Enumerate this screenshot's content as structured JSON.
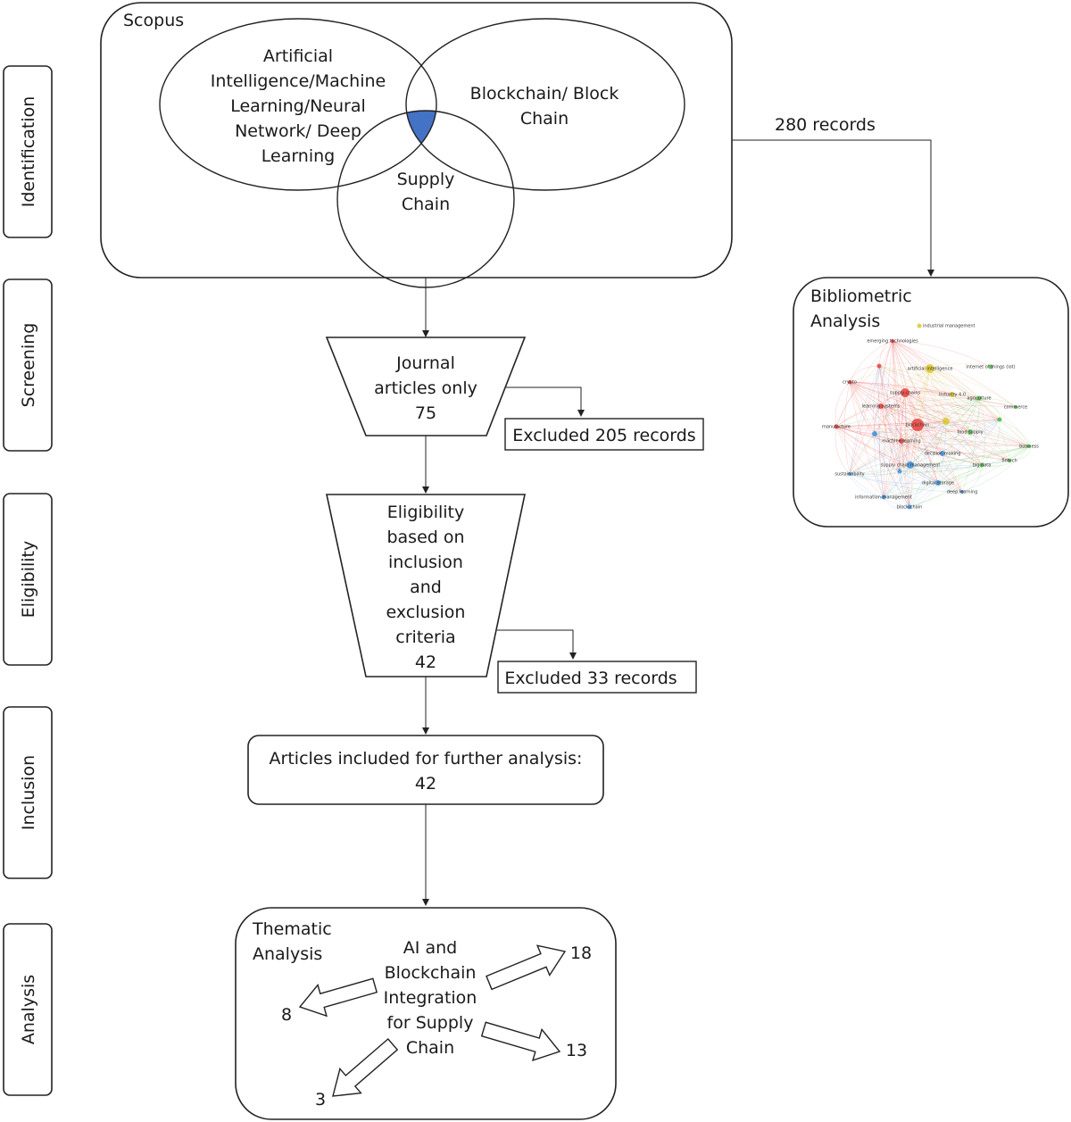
{
  "stages": {
    "identification": "Identification",
    "screening": "Screening",
    "eligibility": "Eligibility",
    "inclusion": "Inclusion",
    "analysis": "Analysis"
  },
  "scopus": {
    "label": "Scopus",
    "ai_lines": [
      "Artificial",
      "Intelligence/Machine",
      "Learning/Neural",
      "Network/ Deep",
      "Learning"
    ],
    "blockchain_lines": [
      "Blockchain/ Block",
      "Chain"
    ],
    "supply_lines": [
      "Supply",
      "Chain"
    ],
    "intersection_color": "#4472c4"
  },
  "records_label": "280 records",
  "bibliometric": {
    "title_lines": [
      "Bibliometric",
      "Analysis"
    ],
    "network_labels": [
      "industrial management",
      "emerging technologies",
      "artificial intelligence",
      "internet of things (iot)",
      "crypto",
      "supply chains",
      "industry 4.0",
      "agriculture",
      "learning systems",
      "commerce",
      "manufacture",
      "blockchain",
      "food supply",
      "machine learning",
      "business",
      "decision making",
      "supply chain management",
      "big data",
      "fintech",
      "sustainability",
      "digital storage",
      "deep learning",
      "information management",
      "block-chain"
    ],
    "cluster_colors": [
      "#e8413c",
      "#d8c92a",
      "#4fb848",
      "#3d8fde"
    ]
  },
  "journal": {
    "lines": [
      "Journal",
      "articles only",
      "75"
    ]
  },
  "excluded_205": "Excluded 205 records",
  "eligibility_box": {
    "lines": [
      "Eligibility",
      "based on",
      "inclusion",
      "and",
      "exclusion",
      "criteria",
      "42"
    ]
  },
  "excluded_33": "Excluded 33 records",
  "included": {
    "lines": [
      "Articles included for further analysis:",
      "42"
    ]
  },
  "thematic": {
    "title_lines": [
      "Thematic",
      "Analysis"
    ],
    "center_lines": [
      "AI and",
      "Blockchain",
      "Integration",
      "for Supply",
      "Chain"
    ],
    "counts": {
      "up_right": "18",
      "left": "8",
      "down_right": "13",
      "down_left": "3"
    }
  }
}
